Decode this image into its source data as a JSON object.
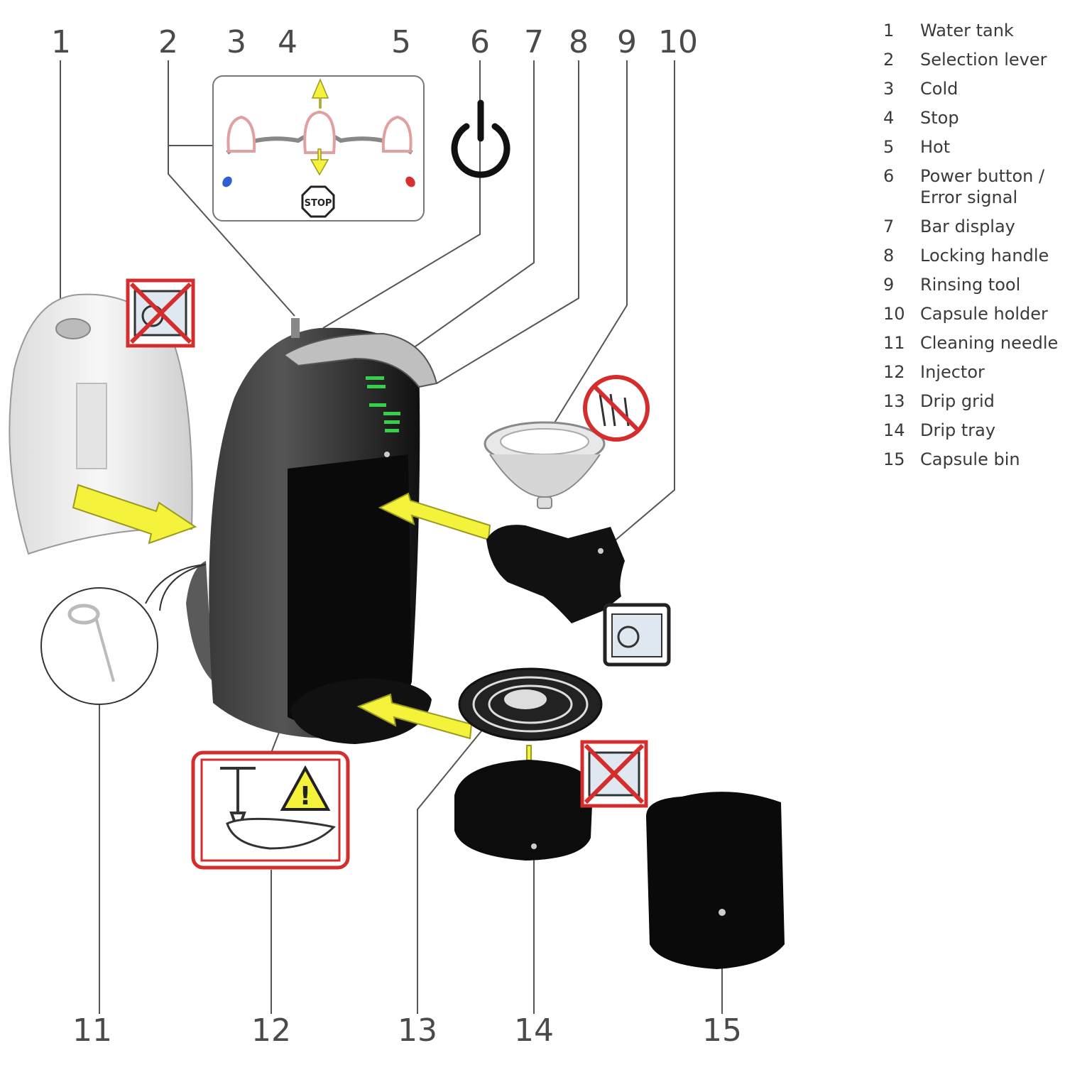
{
  "callout_numbers": {
    "top": [
      "1",
      "2",
      "3",
      "4",
      "5",
      "6",
      "7",
      "8",
      "9",
      "10"
    ],
    "bottom": [
      "11",
      "12",
      "13",
      "14",
      "15"
    ]
  },
  "stop_sign_text": "STOP",
  "legend": [
    {
      "num": "1",
      "label": "Water tank"
    },
    {
      "num": "2",
      "label": "Selection lever"
    },
    {
      "num": "3",
      "label": "Cold"
    },
    {
      "num": "4",
      "label": "Stop"
    },
    {
      "num": "5",
      "label": "Hot"
    },
    {
      "num": "6",
      "label": "Power button / Error signal"
    },
    {
      "num": "7",
      "label": "Bar display"
    },
    {
      "num": "8",
      "label": "Locking handle"
    },
    {
      "num": "9",
      "label": "Rinsing tool"
    },
    {
      "num": "10",
      "label": "Capsule holder"
    },
    {
      "num": "11",
      "label": "Cleaning needle"
    },
    {
      "num": "12",
      "label": "Injector"
    },
    {
      "num": "13",
      "label": "Drip grid"
    },
    {
      "num": "14",
      "label": "Drip tray"
    },
    {
      "num": "15",
      "label": "Capsule bin"
    }
  ],
  "colors": {
    "line": "#555555",
    "arrow_fill": "#f4f23a",
    "arrow_stroke": "#9a9a20",
    "warning_red": "#d42d2d",
    "machine_dark": "#1b1b1b",
    "cold_blue": "#2f5fd0",
    "hot_red": "#d83030"
  }
}
